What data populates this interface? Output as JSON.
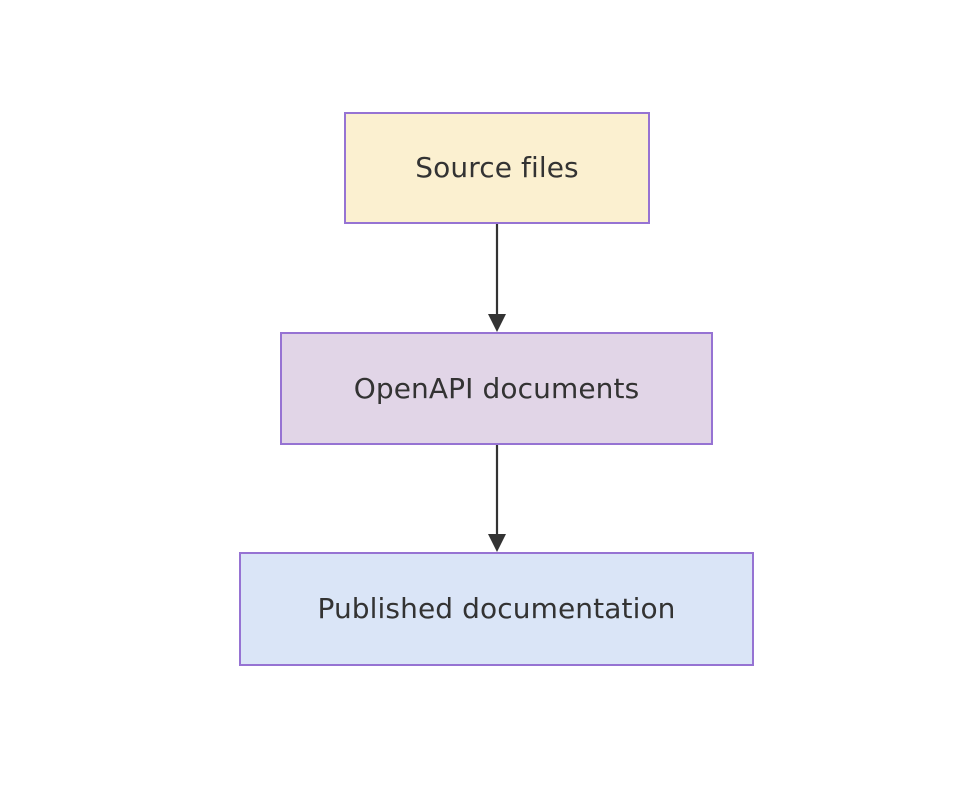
{
  "diagram": {
    "type": "flowchart",
    "direction": "top-to-bottom",
    "background_color": "#ffffff",
    "title": "",
    "nodes": [
      {
        "id": "source-files",
        "label": "Source files",
        "shape": "rectangle",
        "fill_color": "#fbf0d0",
        "border_color": "#9673d3",
        "text_color": "#333333"
      },
      {
        "id": "openapi-documents",
        "label": "OpenAPI documents",
        "shape": "rectangle",
        "fill_color": "#e1d5e7",
        "border_color": "#9673d3",
        "text_color": "#333333"
      },
      {
        "id": "published-documentation",
        "label": "Published documentation",
        "shape": "rectangle",
        "fill_color": "#dae5f7",
        "border_color": "#9673d3",
        "text_color": "#333333"
      }
    ],
    "edges": [
      {
        "id": "edge-source-to-openapi",
        "from": "source-files",
        "to": "openapi-documents",
        "label": "",
        "arrowhead": "filled-triangle",
        "stroke_color": "#333333"
      },
      {
        "id": "edge-openapi-to-published",
        "from": "openapi-documents",
        "to": "published-documentation",
        "label": "",
        "arrowhead": "filled-triangle",
        "stroke_color": "#333333"
      }
    ]
  }
}
